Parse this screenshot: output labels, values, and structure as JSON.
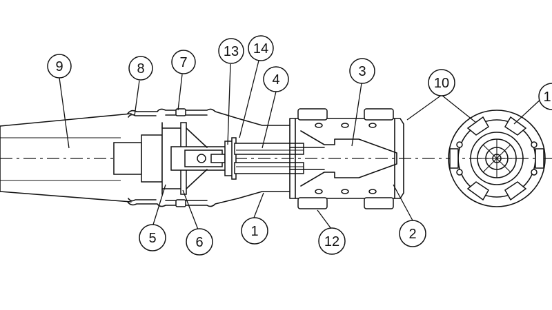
{
  "callouts": [
    {
      "id": "9",
      "label": "9"
    },
    {
      "id": "8",
      "label": "8"
    },
    {
      "id": "7",
      "label": "7"
    },
    {
      "id": "13",
      "label": "13"
    },
    {
      "id": "14",
      "label": "14"
    },
    {
      "id": "4",
      "label": "4"
    },
    {
      "id": "3",
      "label": "3"
    },
    {
      "id": "10",
      "label": "10"
    },
    {
      "id": "11",
      "label": "1"
    },
    {
      "id": "5",
      "label": "5"
    },
    {
      "id": "6",
      "label": "6"
    },
    {
      "id": "1",
      "label": "1"
    },
    {
      "id": "12",
      "label": "12"
    },
    {
      "id": "2",
      "label": "2"
    }
  ]
}
